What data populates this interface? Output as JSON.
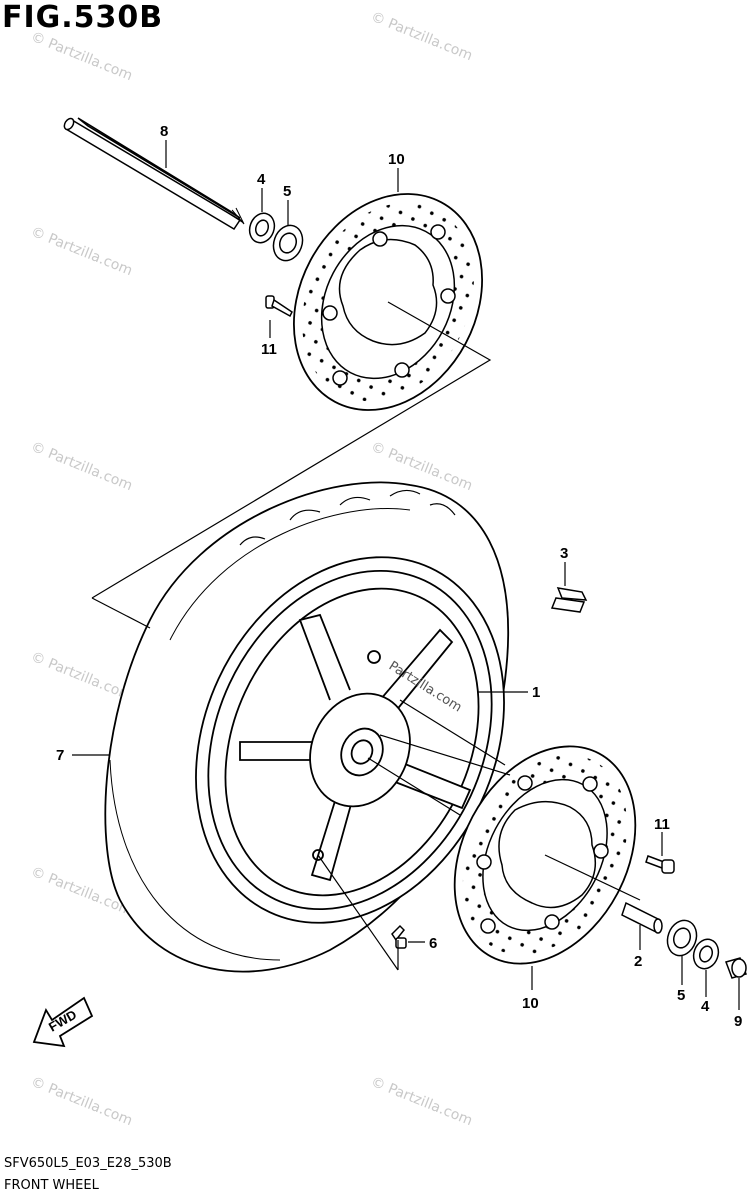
{
  "figure": {
    "title": "FIG.530B",
    "code": "SFV650L5_E03_E28_530B",
    "name": "FRONT WHEEL"
  },
  "watermark": {
    "text": "© Partzilla.com",
    "hub_text": "Partzilla.com"
  },
  "fwd_label": "FWD",
  "callouts": {
    "wheel": "1",
    "spacer": "2",
    "balancer": "3",
    "oil_seal_left": "4",
    "bearing_left": "5",
    "valve": "6",
    "tire": "7",
    "axle": "8",
    "collar": "9",
    "disc_left": "10",
    "bolt_left": "11",
    "bearing_right": "5",
    "oil_seal_right": "4",
    "disc_right": "10",
    "bolt_right": "11"
  }
}
